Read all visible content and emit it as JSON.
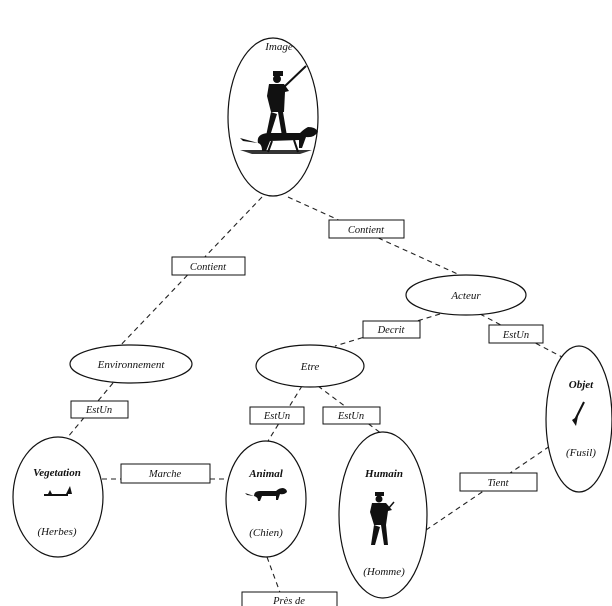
{
  "nodes": {
    "image": {
      "label": "Image"
    },
    "acteur": {
      "label": "Acteur"
    },
    "environnement": {
      "label": "Environnement"
    },
    "etre": {
      "label": "Etre"
    },
    "objet": {
      "label": "Objet",
      "sub": "(Fusil)"
    },
    "vegetation": {
      "label": "Vegetation",
      "sub": "(Herbes)"
    },
    "animal": {
      "label": "Animal",
      "sub": "(Chien)"
    },
    "humain": {
      "label": "Humain",
      "sub": "(Homme)"
    }
  },
  "edges": {
    "image_environnement": "Contient",
    "image_acteur": "Contient",
    "acteur_etre": "Decrit",
    "acteur_objet": "EstUn",
    "environnement_vegetation": "EstUn",
    "etre_animal": "EstUn",
    "etre_humain": "EstUn",
    "humain_objet": "Tient",
    "vegetation_animal": "Marche",
    "animal_humain": "Près de"
  }
}
